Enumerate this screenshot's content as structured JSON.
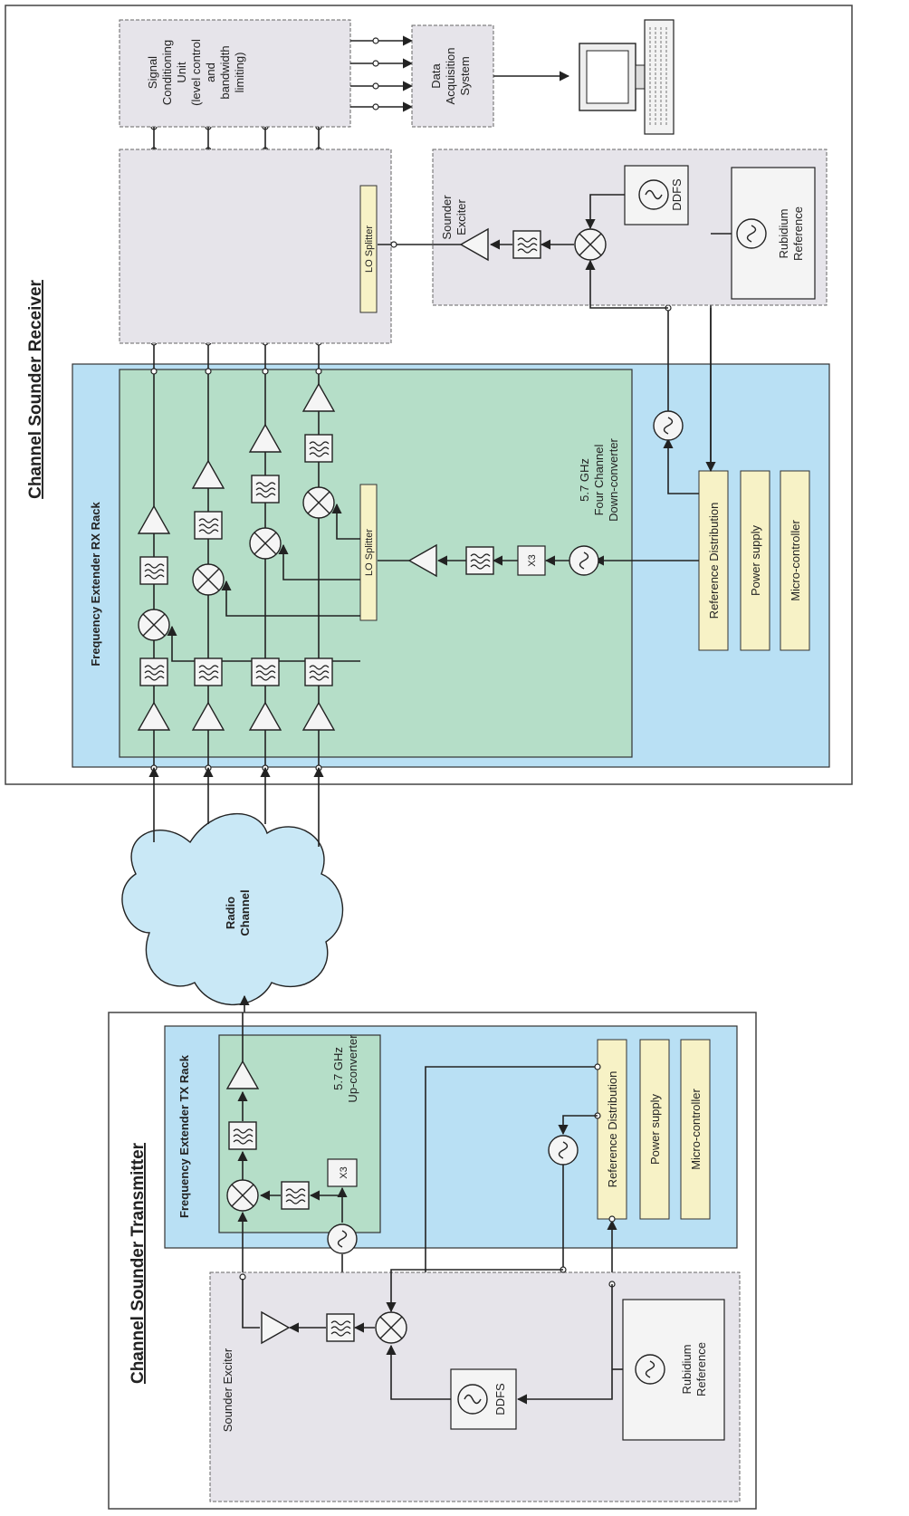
{
  "receiver": {
    "title": "Channel Sounder Receiver",
    "rack_label": "Frequency Extender RX Rack",
    "converter_label": [
      "5.7 GHz",
      "Four Channel",
      "Down-converter"
    ],
    "lo_splitter_front": "LO Splitter",
    "lo_splitter_back": "LO Splitter",
    "multiplier": "X3",
    "reference_distribution": "Reference Distribution",
    "power_supply": "Power supply",
    "micro_controller": "Micro-controller",
    "signal_conditioning": [
      "Signal",
      "Conditioning",
      "Unit",
      "(level control",
      "and",
      "bandwidth",
      "limiting)"
    ],
    "data_acquisition": [
      "Data",
      "Acquisition",
      "System"
    ],
    "sounder_exciter": [
      "Sounder",
      "Exciter"
    ],
    "ddfs": "DDFS",
    "rubidium": [
      "Rubidium",
      "Reference"
    ]
  },
  "channel": {
    "label": [
      "Radio",
      "Channel"
    ]
  },
  "transmitter": {
    "title": "Channel Sounder Transmitter",
    "rack_label": "Frequency Extender TX Rack",
    "converter_label": [
      "5.7 GHz",
      "Up-converter"
    ],
    "multiplier": "X3",
    "reference_distribution": "Reference Distribution",
    "power_supply": "Power supply",
    "micro_controller": "Micro-controller",
    "sounder_exciter": "Sounder Exciter",
    "ddfs": "DDFS",
    "rubidium": [
      "Rubidium",
      "Reference"
    ]
  },
  "colors": {
    "rack": "#b9e0f4",
    "converter": "#b5dec8",
    "module_box": "#f7f2c6",
    "unit_background": "#e6e4ea",
    "cloud": "#c9e8f6"
  }
}
